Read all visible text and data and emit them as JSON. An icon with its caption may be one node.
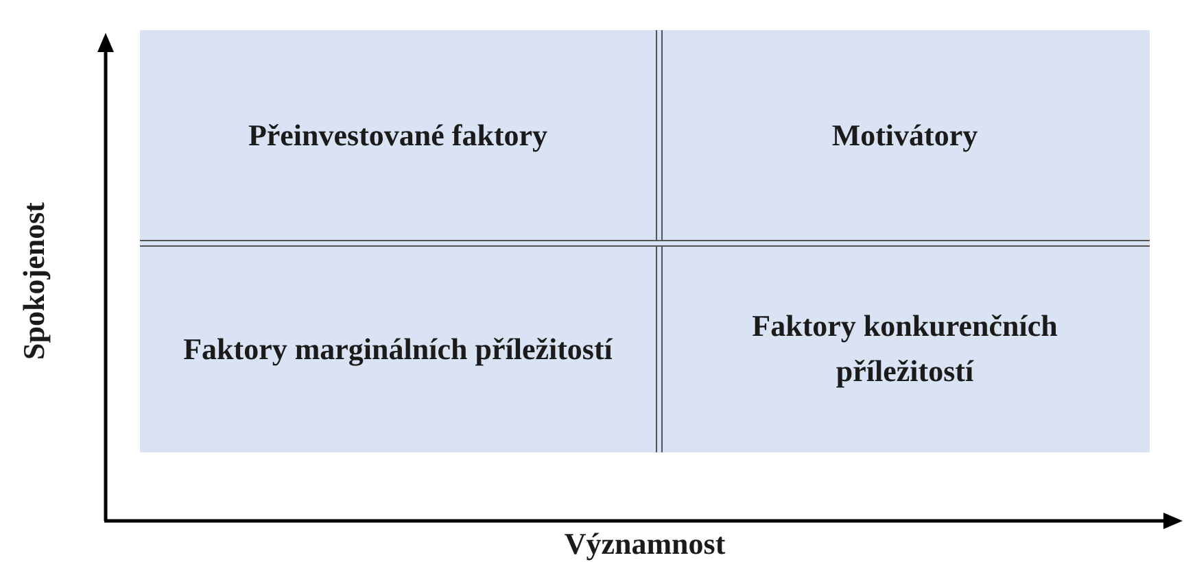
{
  "diagram": {
    "nodes": [
      {
        "text": [
          "Přeinvestované faktory"
        ]
      },
      {
        "text": [
          "Motivátory"
        ]
      },
      {
        "text": [
          "Faktory marginálních příležitostí"
        ]
      },
      {
        "text": [
          "Faktory konkurenčních příležitostí"
        ]
      }
    ],
    "labels": [
      "Spokojenost",
      "Významnost"
    ]
  }
}
